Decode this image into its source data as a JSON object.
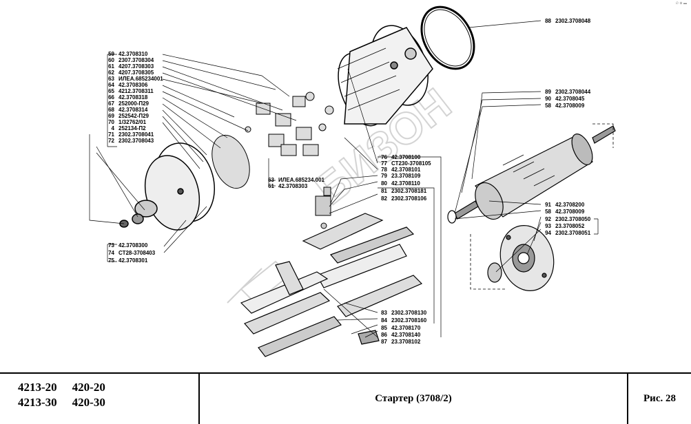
{
  "corner_mark": "∅ ⊕ ▬",
  "watermark": "БИЗОН",
  "callouts_left": [
    {
      "num": "59",
      "code": "42.3708310"
    },
    {
      "num": "60",
      "code": "2307.3708304"
    },
    {
      "num": "61",
      "code": "4207.3708303"
    },
    {
      "num": "62",
      "code": "4207.3708305"
    },
    {
      "num": "63",
      "code": "ИЛЕА.685234001"
    },
    {
      "num": "64",
      "code": "42.3708306"
    },
    {
      "num": "65",
      "code": "4212.3708311"
    },
    {
      "num": "66",
      "code": "42.3708318"
    },
    {
      "num": "67",
      "code": "252000-П29"
    },
    {
      "num": "68",
      "code": "42.3708314"
    },
    {
      "num": "69",
      "code": "252542-П29"
    },
    {
      "num": "70",
      "code": "1/32762/01"
    },
    {
      "num": "4",
      "code": "252134-П2"
    },
    {
      "num": "71",
      "code": "2302.3708041"
    },
    {
      "num": "72",
      "code": "2302.3708043"
    }
  ],
  "callouts_mid": [
    {
      "num": "63",
      "code": "ИЛЕА.685234.001"
    },
    {
      "num": "61",
      "code": "42.3708303"
    }
  ],
  "callouts_bottom_left": [
    {
      "num": "73",
      "code": "42.3708300"
    },
    {
      "num": "74",
      "code": "СТ28-3708403"
    },
    {
      "num": "75",
      "code": "42.3708301"
    }
  ],
  "callouts_center": [
    {
      "num": "76",
      "code": "42.3708100"
    },
    {
      "num": "77",
      "code": "СТ230-3708105"
    },
    {
      "num": "78",
      "code": "42.3708101"
    },
    {
      "num": "79",
      "code": "23.3708109"
    },
    {
      "num": "80",
      "code": "42.3708110"
    },
    {
      "num": "81",
      "code": "2302.3708181"
    },
    {
      "num": "82",
      "code": "2302.3708106"
    }
  ],
  "callouts_bottom_center": [
    {
      "num": "83",
      "code": "2302.3708130"
    },
    {
      "num": "84",
      "code": "2302.3708160"
    },
    {
      "num": "85",
      "code": "42.3708170"
    },
    {
      "num": "86",
      "code": "42.3708140"
    },
    {
      "num": "87",
      "code": "23.3708102"
    }
  ],
  "callouts_top_right": [
    {
      "num": "88",
      "code": "2302.3708048"
    }
  ],
  "callouts_right": [
    {
      "num": "89",
      "code": "2302.3708044"
    },
    {
      "num": "90",
      "code": "42.3708045"
    },
    {
      "num": "58",
      "code": "42.3708009"
    }
  ],
  "callouts_right_lower": [
    {
      "num": "91",
      "code": "42.3708200"
    },
    {
      "num": "58",
      "code": "42.3708009"
    },
    {
      "num": "92",
      "code": "2302.3708050"
    },
    {
      "num": "93",
      "code": "23.3708052"
    },
    {
      "num": "94",
      "code": "2302.3708051"
    }
  ],
  "title_block": {
    "models_row1": [
      "4213-20",
      "420-20"
    ],
    "models_row2": [
      "4213-30",
      "420-30"
    ],
    "title": "Стартер (3708/2)",
    "figure": "Рис. 28"
  }
}
